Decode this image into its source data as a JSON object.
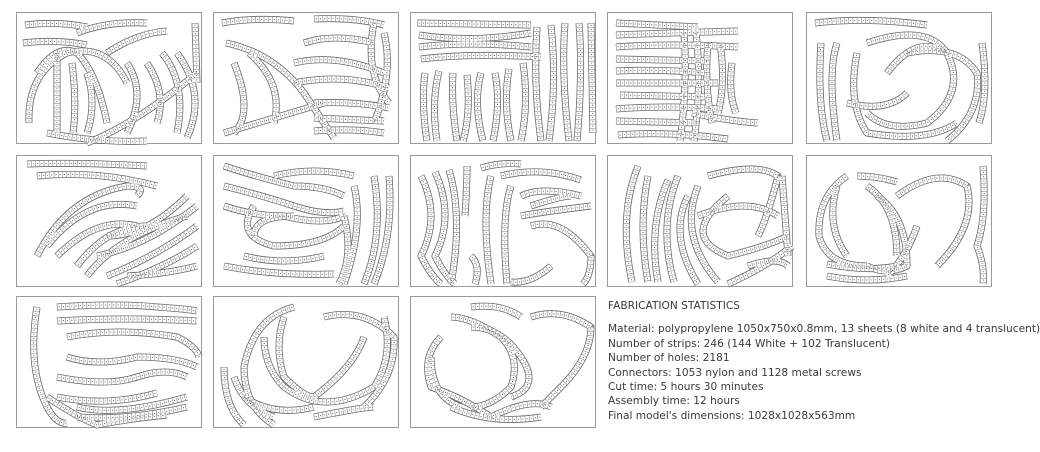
{
  "figure": {
    "description": "Cutting layouts of 13 polypropylene sheets with numbered strips and fabrication statistics",
    "sheets": [
      {
        "id": 1,
        "row": 1,
        "col": 1,
        "pattern": "fan-crossing"
      },
      {
        "id": 2,
        "row": 1,
        "col": 2,
        "pattern": "crossing-arcs"
      },
      {
        "id": 3,
        "row": 1,
        "col": 3,
        "pattern": "vertical-dense"
      },
      {
        "id": 4,
        "row": 1,
        "col": 4,
        "pattern": "horizontal-vertical"
      },
      {
        "id": 5,
        "row": 1,
        "col": 5,
        "pattern": "loops"
      },
      {
        "id": 6,
        "row": 2,
        "col": 1,
        "pattern": "waves"
      },
      {
        "id": 7,
        "row": 2,
        "col": 2,
        "pattern": "waves-oval"
      },
      {
        "id": 8,
        "row": 2,
        "col": 3,
        "pattern": "vertical-waves"
      },
      {
        "id": 9,
        "row": 2,
        "col": 4,
        "pattern": "arcs-loop"
      },
      {
        "id": 10,
        "row": 2,
        "col": 5,
        "pattern": "rings"
      },
      {
        "id": 11,
        "row": 3,
        "col": 1,
        "pattern": "wide-waves"
      },
      {
        "id": 12,
        "row": 3,
        "col": 2,
        "pattern": "heart-rings"
      },
      {
        "id": 13,
        "row": 3,
        "col": 3,
        "pattern": "hexagon-rings"
      }
    ]
  },
  "stats": {
    "title": "FABRICATION STATISTICS",
    "lines": [
      "Material: polypropylene 1050x750x0.8mm, 13 sheets  (8 white and 4 translucent)",
      "Number of strips: 246 (144 White + 102 Translucent)",
      "Number of holes: 2181",
      "Connectors: 1053 nylon and 1128 metal screws",
      "Cut time: 5 hours 30 minutes",
      "Assembly time: 12 hours",
      "Final model's dimensions: 1028x1028x563mm"
    ]
  },
  "colors": {
    "sheet_border": "#9a9a9a",
    "strip_line": "#6a6a6a",
    "text": "#3a3a3a"
  }
}
